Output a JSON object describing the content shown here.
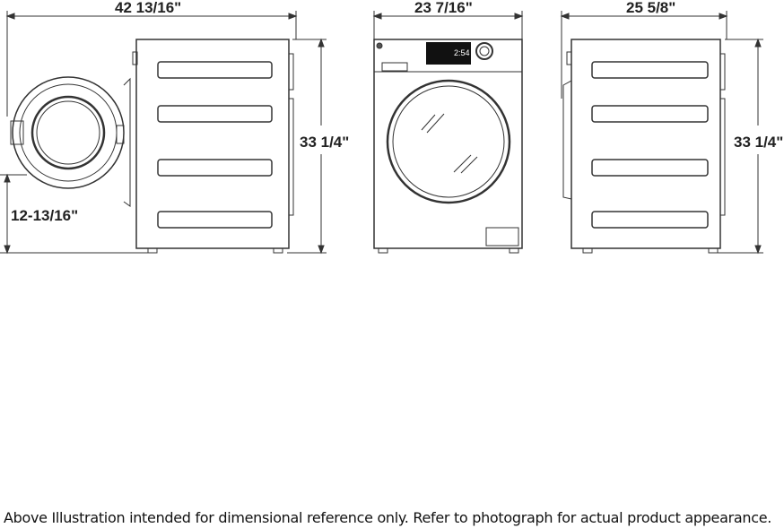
{
  "dimensions": {
    "depth_door_open": "42 13/16\"",
    "width": "23 7/16\"",
    "depth": "25 5/8\"",
    "height_side": "33 1/4\"",
    "height_right": "33 1/4\"",
    "door_height": "12-13/16\""
  },
  "display_readout": "2:54",
  "caption": "Above Illustration intended for dimensional reference only. Refer to photograph for actual product appearance."
}
